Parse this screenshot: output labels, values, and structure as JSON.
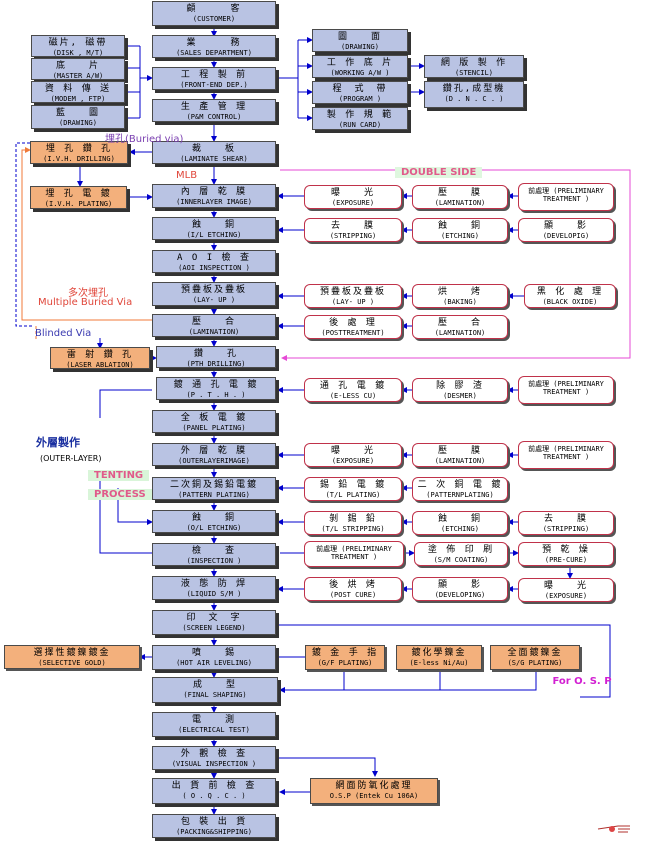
{
  "colors": {
    "box_fill": "#b9c3e3",
    "side_fill": "#ffffff",
    "side_border": "#c0324a",
    "orange_fill": "#f3b07c",
    "arrow": "#0000cc",
    "loop_magenta": "#e64ad6",
    "loop_orange": "#f07a3a"
  },
  "main": [
    {
      "zh": "顧　　　客",
      "en": "(CUSTOMER)"
    },
    {
      "zh": "業　　　務",
      "en": "(SALES DEPARTMENT)"
    },
    {
      "zh": "工 程 製 前",
      "en": "(FRONT-END  DEP.)"
    },
    {
      "zh": "生 產 管 理",
      "en": "(P&M  CONTROL)"
    },
    {
      "zh": "裁　　板",
      "en": "(LAMINATE SHEAR)"
    },
    {
      "zh": "內 層 乾 膜",
      "en": "(INNERLAYER IMAGE)"
    },
    {
      "zh": "蝕　　銅",
      "en": "(I/L  ETCHING)"
    },
    {
      "zh": "A O I 檢 查",
      "en": "(AOI  INSPECTION )"
    },
    {
      "zh": "預疊板及疊板",
      "en": "(LAY- UP )"
    },
    {
      "zh": "壓　　合",
      "en": "(LAMINATION)"
    },
    {
      "zh": "鑽　　孔",
      "en": "(PTH DRILLING)"
    },
    {
      "zh": "鍍 通 孔 電 鍍",
      "en": "(P . T . H . )"
    },
    {
      "zh": "全 板 電 鍍",
      "en": "(PANEL PLATING)"
    },
    {
      "zh": "外 層 乾 膜",
      "en": "(OUTERLAYERIMAGE)"
    },
    {
      "zh": "二次銅及錫鉛電鍍",
      "en": "(PATTERN PLATING)"
    },
    {
      "zh": "蝕　　銅",
      "en": "(O/L  ETCHING)"
    },
    {
      "zh": "檢　　查",
      "en": "(INSPECTION )"
    },
    {
      "zh": "液 態 防 焊",
      "en": "(LIQUID  S/M )"
    },
    {
      "zh": "印　文　字",
      "en": "(SCREEN LEGEND)"
    },
    {
      "zh": "噴　　錫",
      "en": "(HOT AIR LEVELING)"
    },
    {
      "zh": "成　　型",
      "en": "(FINAL SHAPING)"
    },
    {
      "zh": "電　　測",
      "en": "(ELECTRICAL TEST)"
    },
    {
      "zh": "外 觀 檢 查",
      "en": "(VISUAL INSPECTION )"
    },
    {
      "zh": "出 貨 前 檢 查",
      "en": "( O . Q . C . )"
    },
    {
      "zh": "包 裝 出 貨",
      "en": "(PACKING&SHIPPING)"
    }
  ],
  "left_inputs": [
    {
      "zh": "磁片, 磁帶",
      "en": "(DISK , M/T)"
    },
    {
      "zh": "底　　片",
      "en": "(MASTER A/W)"
    },
    {
      "zh": "資 料 傳 送",
      "en": "(MODEM , FTP)"
    },
    {
      "zh": "藍　　圖",
      "en": "(DRAWING)"
    }
  ],
  "right_outputs": [
    {
      "zh": "圖　　面",
      "en": "(DRAWING)"
    },
    {
      "zh": "工 作 底 片",
      "en": "(WORKING A/W )"
    },
    {
      "zh": "程　式　帶",
      "en": "(PROGRAM )"
    },
    {
      "zh": "製 作 規 範",
      "en": "(RUN CARD)"
    },
    {
      "zh": "網 版 製 作",
      "en": "(STENCIL)"
    },
    {
      "zh": "鑽孔,成型機",
      "en": "(D . N . C . )"
    }
  ],
  "buried": [
    {
      "zh": "埋 孔 鑽 孔",
      "en": "(I.V.H.  DRILLING)"
    },
    {
      "zh": "埋 孔 電 鍍",
      "en": "(I.V.H.  PLATING)"
    },
    {
      "zh": "雷 射 鑽 孔",
      "en": "(LASER ABLATION)"
    }
  ],
  "side": [
    {
      "zh": "曝　　光",
      "en": "(EXPOSURE)"
    },
    {
      "zh": "壓　　膜",
      "en": "(LAMINATION)"
    },
    {
      "zh": "前處理 (PRELIMINARY",
      "en": "TREATMENT )"
    },
    {
      "zh": "去　　膜",
      "en": "(STRIPPING)"
    },
    {
      "zh": "蝕　　銅",
      "en": "(ETCHING)"
    },
    {
      "zh": "顯　　影",
      "en": "(DEVELOPIG)"
    },
    {
      "zh": "預疊板及疊板",
      "en": "(LAY- UP )"
    },
    {
      "zh": "烘　　烤",
      "en": "(BAKING)"
    },
    {
      "zh": "黑 化 處 理",
      "en": "(BLACK OXIDE)"
    },
    {
      "zh": "後 處 理",
      "en": "(POSTTREATMENT)"
    },
    {
      "zh": "壓　　合",
      "en": "(LAMINATION)"
    },
    {
      "zh": "通 孔 電 鍍",
      "en": "(E-LESS CU)"
    },
    {
      "zh": "除 膠 渣",
      "en": "(DESMER)"
    },
    {
      "zh": "前處理 (PRELIMINARY",
      "en": "TREATMENT )"
    },
    {
      "zh": "曝　　光",
      "en": "(EXPOSURE)"
    },
    {
      "zh": "壓　　膜",
      "en": "(LAMINATION)"
    },
    {
      "zh": "前處理 (PRELIMINARY",
      "en": "TREATMENT )"
    },
    {
      "zh": "錫 鉛 電 鍍",
      "en": "(T/L PLATING)"
    },
    {
      "zh": "二 次 銅 電 鍍",
      "en": "(PATTERNPLATING)"
    },
    {
      "zh": "剝 錫 鉛",
      "en": "(T/L STRIPPING)"
    },
    {
      "zh": "蝕　　銅",
      "en": "(ETCHING)"
    },
    {
      "zh": "去　　膜",
      "en": "(STRIPPING)"
    },
    {
      "zh": "前處理 (PRELIMINARY",
      "en": "TREATMENT )"
    },
    {
      "zh": "塗 佈 印 刷",
      "en": "(S/M COATING)"
    },
    {
      "zh": "預 乾 燥",
      "en": "(PRE-CURE)"
    },
    {
      "zh": "後 烘 烤",
      "en": "(POST CURE)"
    },
    {
      "zh": "顯　　影",
      "en": "(DEVELOPING)"
    },
    {
      "zh": "曝　　光",
      "en": "(EXPOSURE)"
    },
    {
      "zh": "選擇性鍍鎳鍍金",
      "en": "(SELECTIVE GOLD)"
    },
    {
      "zh": "鍍 金 手 指",
      "en": "(G/F PLATING)"
    },
    {
      "zh": "鍍化學鎳金",
      "en": "(E-less Ni/Au)"
    },
    {
      "zh": "全面鍍鎳金",
      "en": "(S/G PLATING)"
    },
    {
      "zh": "網面防氧化處理",
      "en": "O.S.P (Entek Cu 106A)"
    }
  ],
  "labels": {
    "buried_via": "埋孔(Buried via)",
    "mlb": "MLB",
    "double_side": "DOUBLE SIDE",
    "multi_zh": "多次埋孔",
    "multi_en": "Multiple Buried Via",
    "blinded": "Blinded Via",
    "outer_zh": "外層製作",
    "outer_en": "(OUTER-LAYER)",
    "tenting": "TENTING",
    "process": "PROCESS",
    "for_osp": "For O. S. P"
  }
}
